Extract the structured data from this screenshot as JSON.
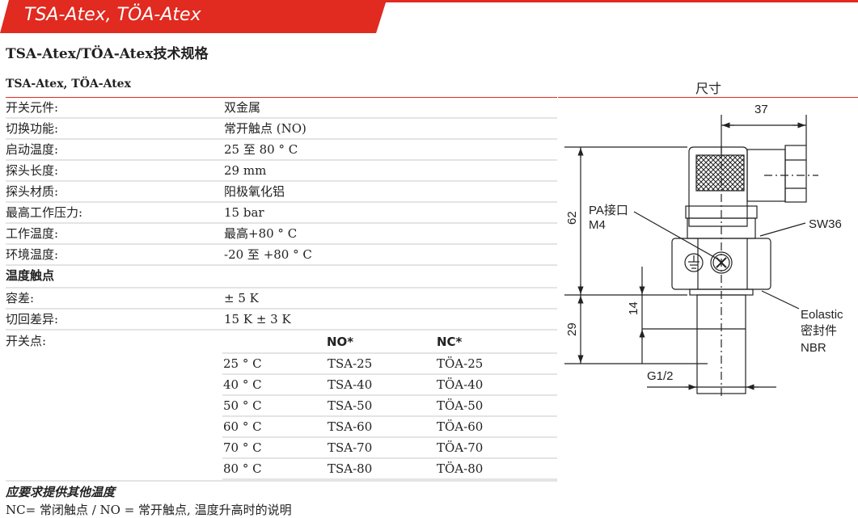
{
  "banner": {
    "title": "TSA-Atex, TÖA-Atex",
    "color": "#e12a20"
  },
  "doc_title": "TSA-Atex/TÖA-Atex技术规格",
  "specs": {
    "heading": "TSA-Atex, TÖA-Atex",
    "rows": [
      {
        "label": "开关元件:",
        "value": "双金属"
      },
      {
        "label": "切换功能:",
        "value": "常开触点 (NO)"
      },
      {
        "label": "启动温度:",
        "value": "25 至 80 ° C"
      },
      {
        "label": "探头长度:",
        "value": "29 mm"
      },
      {
        "label": "探头材质:",
        "value": "阳极氧化铝"
      },
      {
        "label": "最高工作压力:",
        "value": "15 bar"
      },
      {
        "label": "工作温度:",
        "value": "最高+80 ° C"
      },
      {
        "label": "环境温度:",
        "value": "-20 至 +80 ° C"
      }
    ],
    "section_title": "温度触点",
    "contact_rows": [
      {
        "label": "容差:",
        "value": "± 5 K"
      },
      {
        "label": "切回差异:",
        "value": "15 K ± 3 K"
      }
    ],
    "switch_points": {
      "label": "开关点:",
      "headers": [
        "",
        "NO*",
        "NC*"
      ],
      "rows": [
        [
          "25 ° C",
          "TSA-25",
          "TÖA-25"
        ],
        [
          "40 ° C",
          "TSA-40",
          "TÖA-40"
        ],
        [
          "50 ° C",
          "TSA-50",
          "TÖA-50"
        ],
        [
          "60 ° C",
          "TSA-60",
          "TÖA-60"
        ],
        [
          "70 ° C",
          "TSA-70",
          "TÖA-70"
        ],
        [
          "80 ° C",
          "TSA-80",
          "TÖA-80"
        ]
      ]
    },
    "note_other_temps": "应要求提供其他温度",
    "note_legend": "NC= 常闭触点 / NO = 常开触点, 温度升高时的说明"
  },
  "dimensions": {
    "title": "尺寸",
    "width_37": "37",
    "height_62": "62",
    "height_29": "29",
    "height_14": "14",
    "thread": "G1/2",
    "pa_label_1": "PA接口",
    "pa_label_2": "M4",
    "sw_label": "SW36",
    "seal_label_1": "Eolastic",
    "seal_label_2": "密封件",
    "seal_label_3": "NBR"
  }
}
